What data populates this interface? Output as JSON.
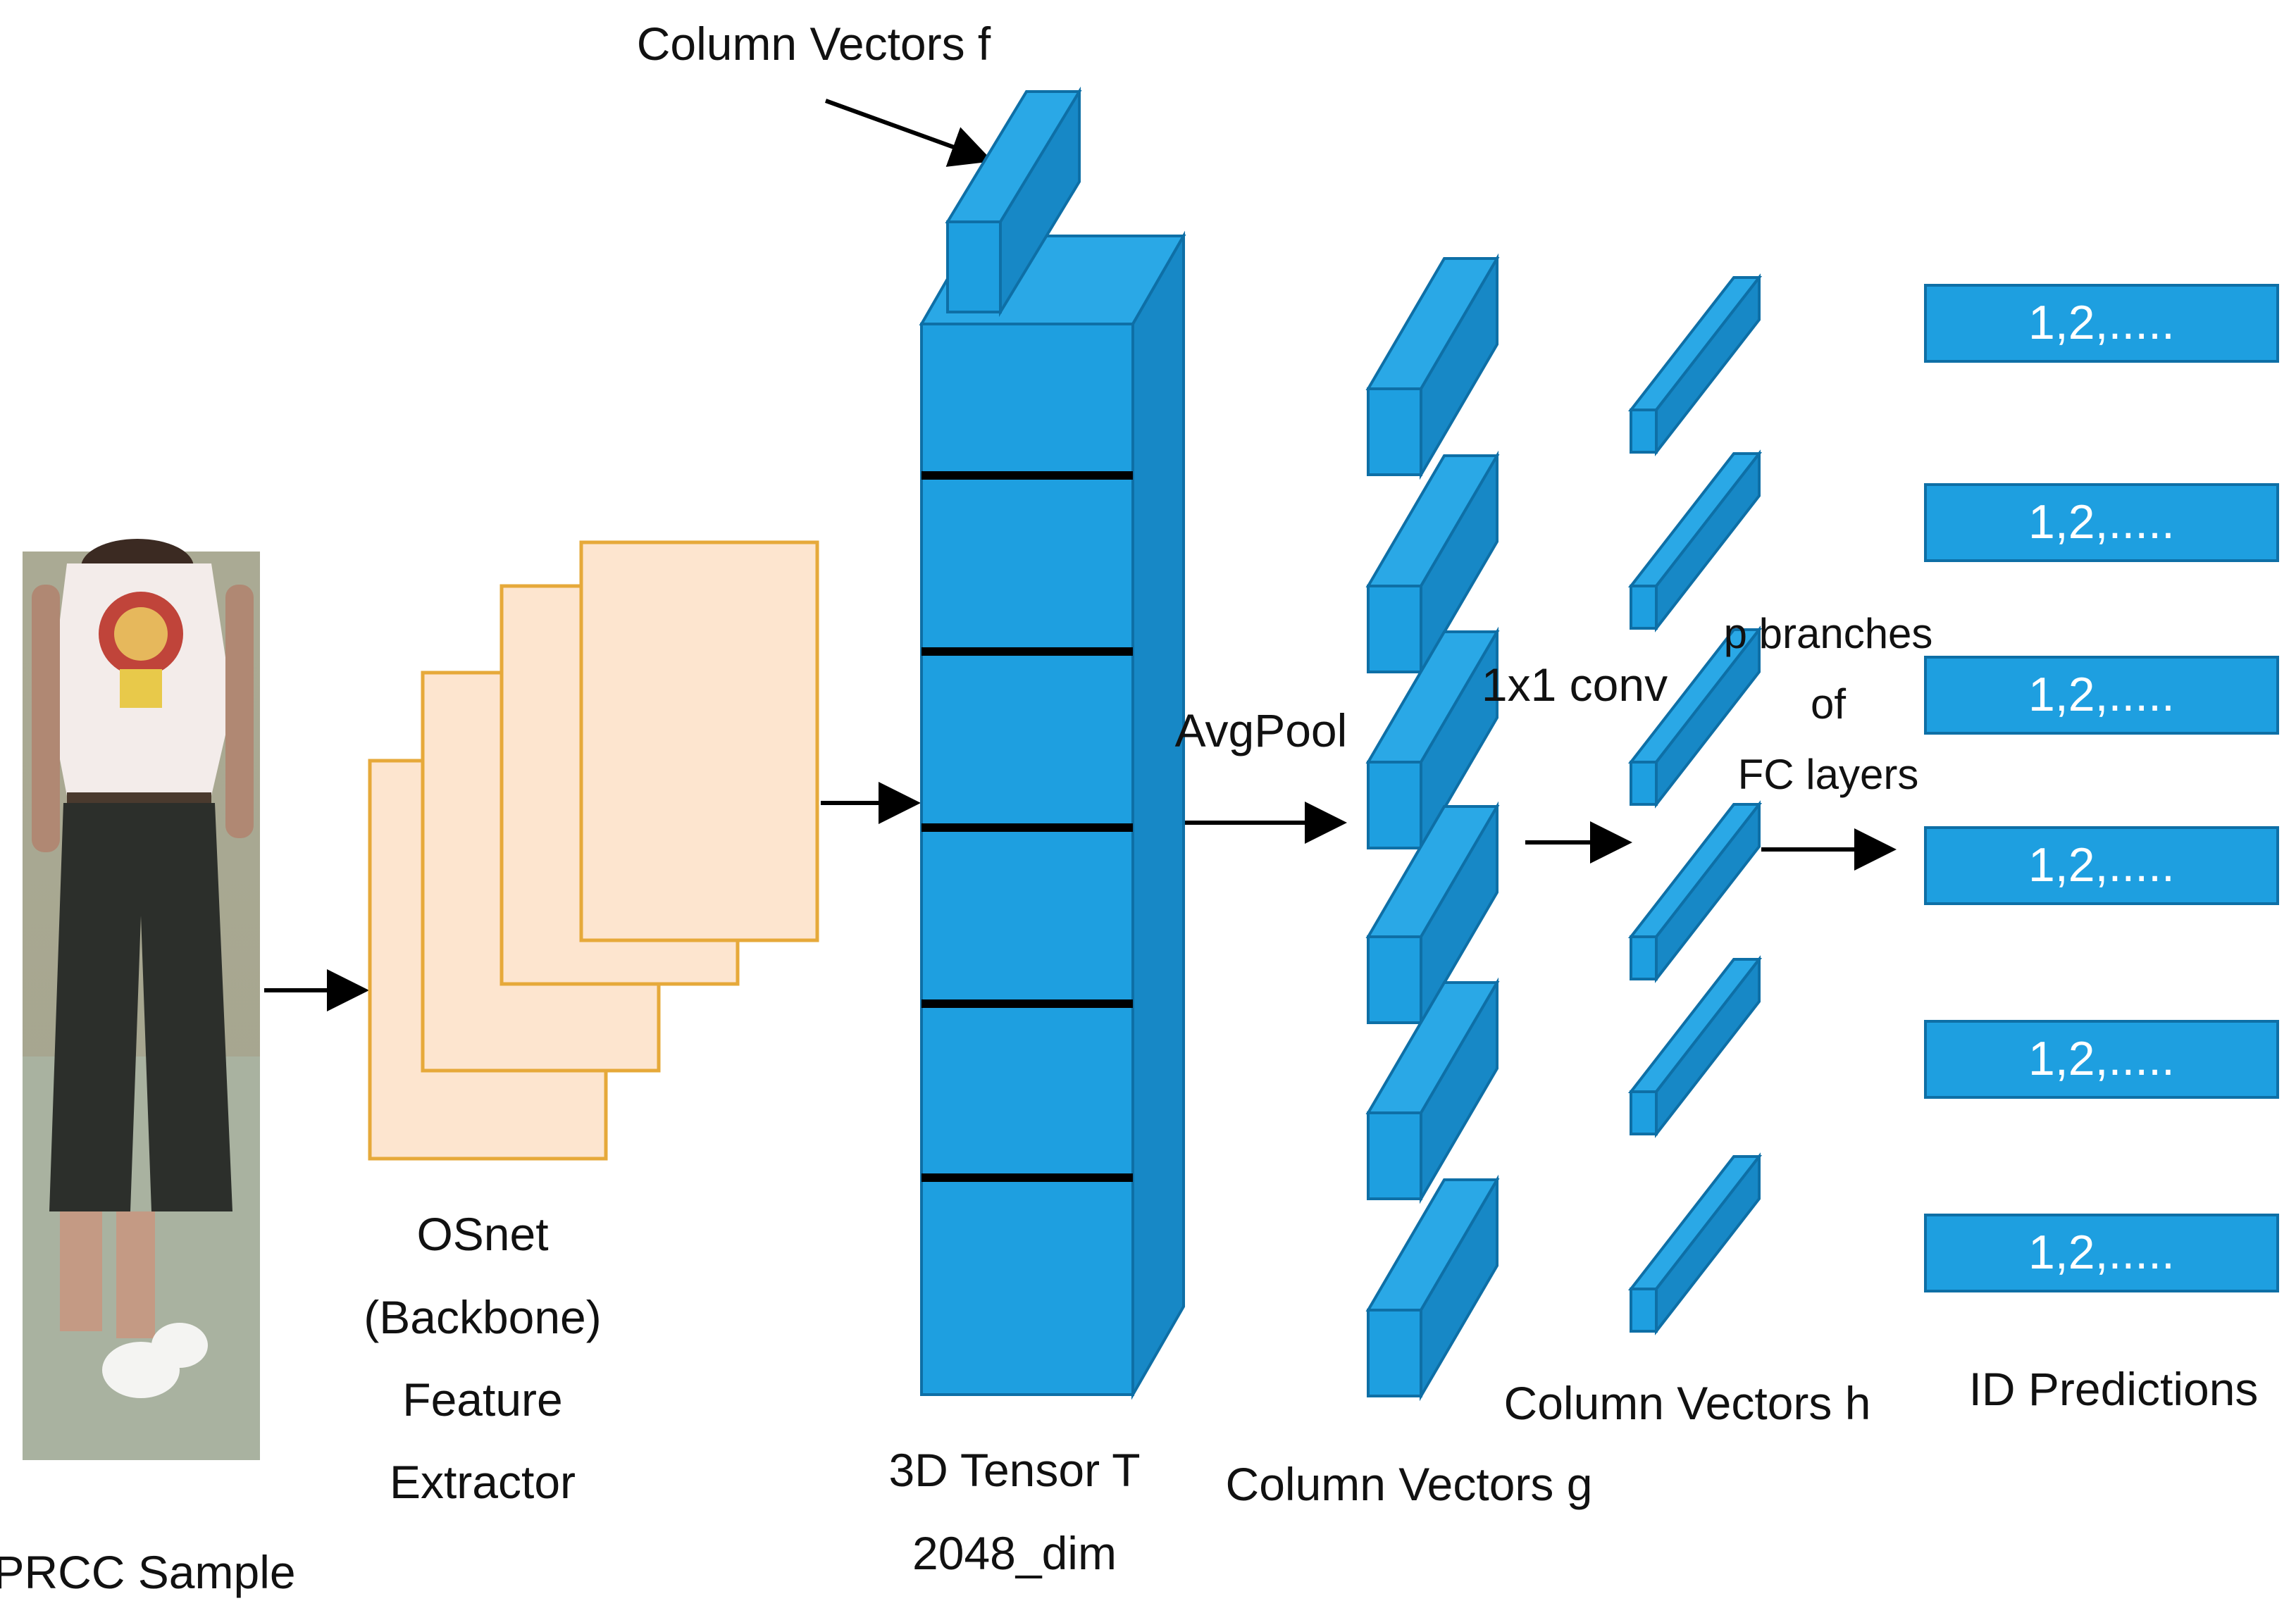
{
  "labels": {
    "sample": "PRCC Sample",
    "backbone": [
      "OSnet",
      "(Backbone)",
      "Feature",
      "Extractor"
    ],
    "tensor": [
      "3D Tensor T",
      "2048_dim"
    ],
    "column_f": "Column Vectors f",
    "avgpool": "AvgPool",
    "column_g": "Column Vectors g",
    "conv": "1x1 conv",
    "column_h": "Column Vectors h",
    "branches": [
      "p branches",
      "of",
      "FC layers"
    ],
    "predictions_title": "ID Predictions"
  },
  "predictions": [
    "1,2,.....",
    "1,2,.....",
    "1,2,.....",
    "1,2,.....",
    "1,2,.....",
    "1,2,....."
  ],
  "colors": {
    "cube_front": "#1e9fe0",
    "cube_side": "#1788c6",
    "cube_edge": "#0e6fa6",
    "map_fill": "#fde5cf",
    "map_edge": "#e6a93a",
    "arrow": "#000000"
  }
}
